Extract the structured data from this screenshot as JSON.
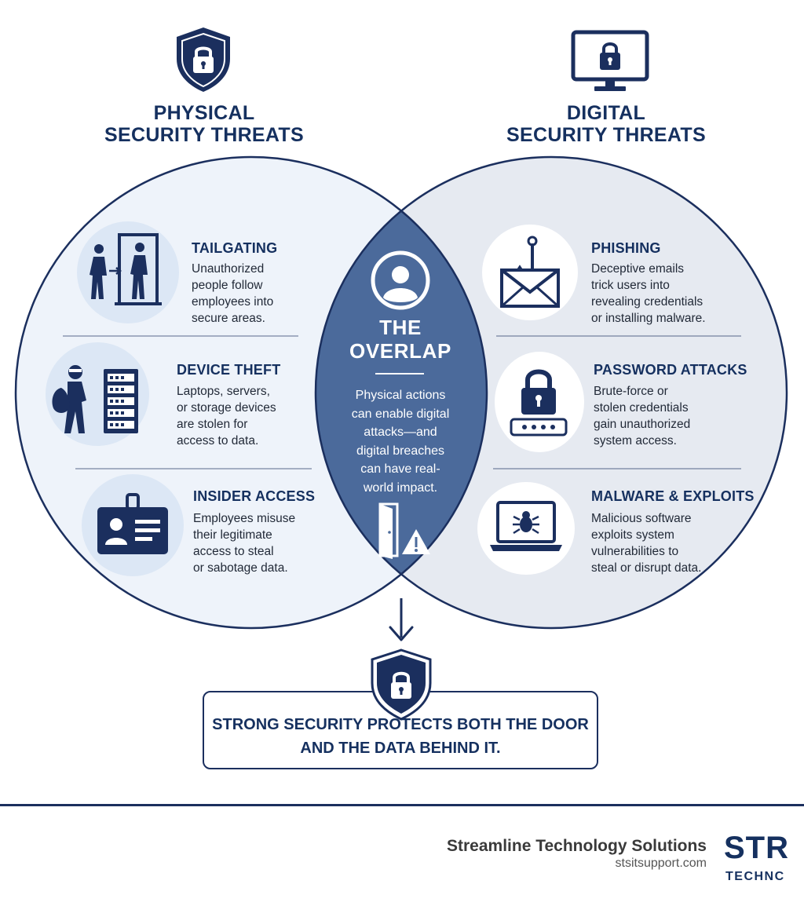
{
  "physical": {
    "title_line1": "PHYSICAL",
    "title_line2": "SECURITY THREATS",
    "icon": "shield-lock-icon",
    "items": [
      {
        "title": "TAILGATING",
        "desc": "Unauthorized\npeople follow\nemployees into\nsecure areas.",
        "icon": "tailgating-door-icon"
      },
      {
        "title": "DEVICE THEFT",
        "desc": "Laptops, servers,\nor storage devices\nare stolen for\naccess to data.",
        "icon": "thief-server-icon"
      },
      {
        "title": "INSIDER ACCESS",
        "desc": "Employees misuse\ntheir legitimate\naccess to steal\nor sabotage data.",
        "icon": "id-badge-icon"
      }
    ]
  },
  "digital": {
    "title_line1": "DIGITAL",
    "title_line2": "SECURITY THREATS",
    "icon": "monitor-lock-icon",
    "items": [
      {
        "title": "PHISHING",
        "desc": "Deceptive emails\ntrick users into\nrevealing credentials\nor installing malware.",
        "icon": "hook-envelope-icon"
      },
      {
        "title": "PASSWORD ATTACKS",
        "desc": "Brute-force or\nstolen credentials\ngain unauthorized\nsystem access.",
        "icon": "padlock-password-icon"
      },
      {
        "title": "MALWARE & EXPLOITS",
        "desc": "Malicious software\nexploits system\nvulnerabilities to\nsteal or disrupt data.",
        "icon": "laptop-bug-icon"
      }
    ]
  },
  "overlap": {
    "title_line1": "THE",
    "title_line2": "OVERLAP",
    "text": "Physical actions\ncan enable digital\nattacks—and\ndigital breaches\ncan have real-\nworld impact.",
    "icon": "user-avatar-icon",
    "door_icon": "door-warning-icon"
  },
  "conclusion": {
    "line1": "STRONG SECURITY PROTECTS BOTH THE DOOR",
    "line2": "AND THE DATA BEHIND IT.",
    "icon": "shield-lock-icon"
  },
  "footer": {
    "company": "Streamline Technology Solutions",
    "url": "stsitsupport.com",
    "logo_big": "STR",
    "logo_small": "TECHNC"
  },
  "colors": {
    "navy": "#1b2f5e",
    "overlap_fill": "#4b6a9b",
    "left_fill": "#eef3fa",
    "right_fill": "#e6eaf1",
    "icon_disc": "#dce7f5"
  }
}
